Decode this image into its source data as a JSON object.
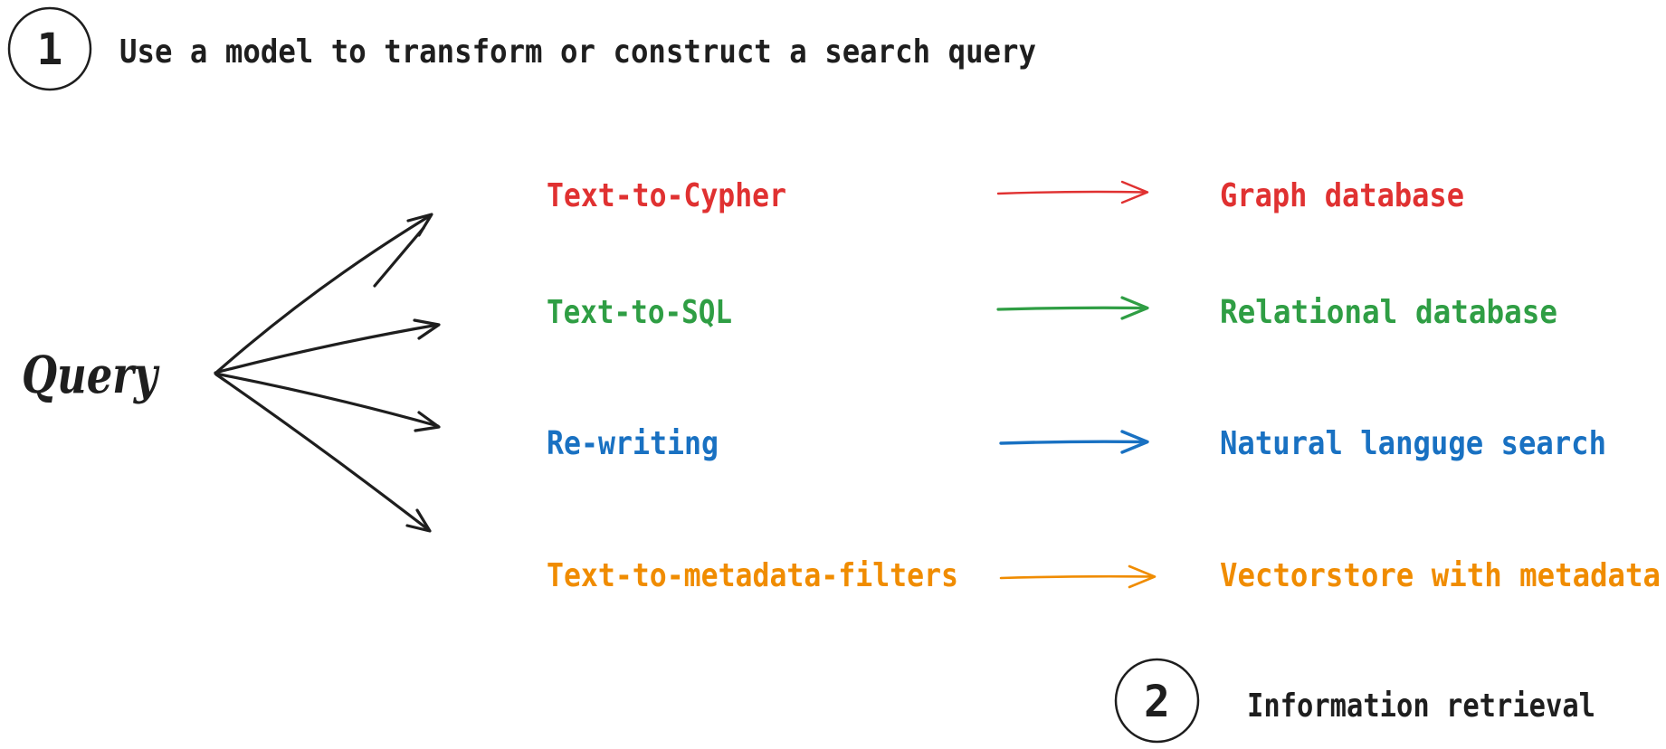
{
  "step1": {
    "number": "1",
    "label": "Use a model to transform or construct a search query"
  },
  "step2": {
    "number": "2",
    "label": "Information retrieval"
  },
  "source": {
    "label": "Query"
  },
  "rows": [
    {
      "transform": "Text-to-Cypher",
      "target": "Graph database",
      "color": "#e03131"
    },
    {
      "transform": "Text-to-SQL",
      "target": "Relational database",
      "color": "#2f9e44"
    },
    {
      "transform": "Re-writing",
      "target": "Natural languge search",
      "color": "#1971c2"
    },
    {
      "transform": "Text-to-metadata-filters",
      "target": "Vectorstore with metadata",
      "color": "#f08c00"
    }
  ],
  "colors": {
    "ink": "#1e1e1e",
    "background": "#ffffff"
  }
}
